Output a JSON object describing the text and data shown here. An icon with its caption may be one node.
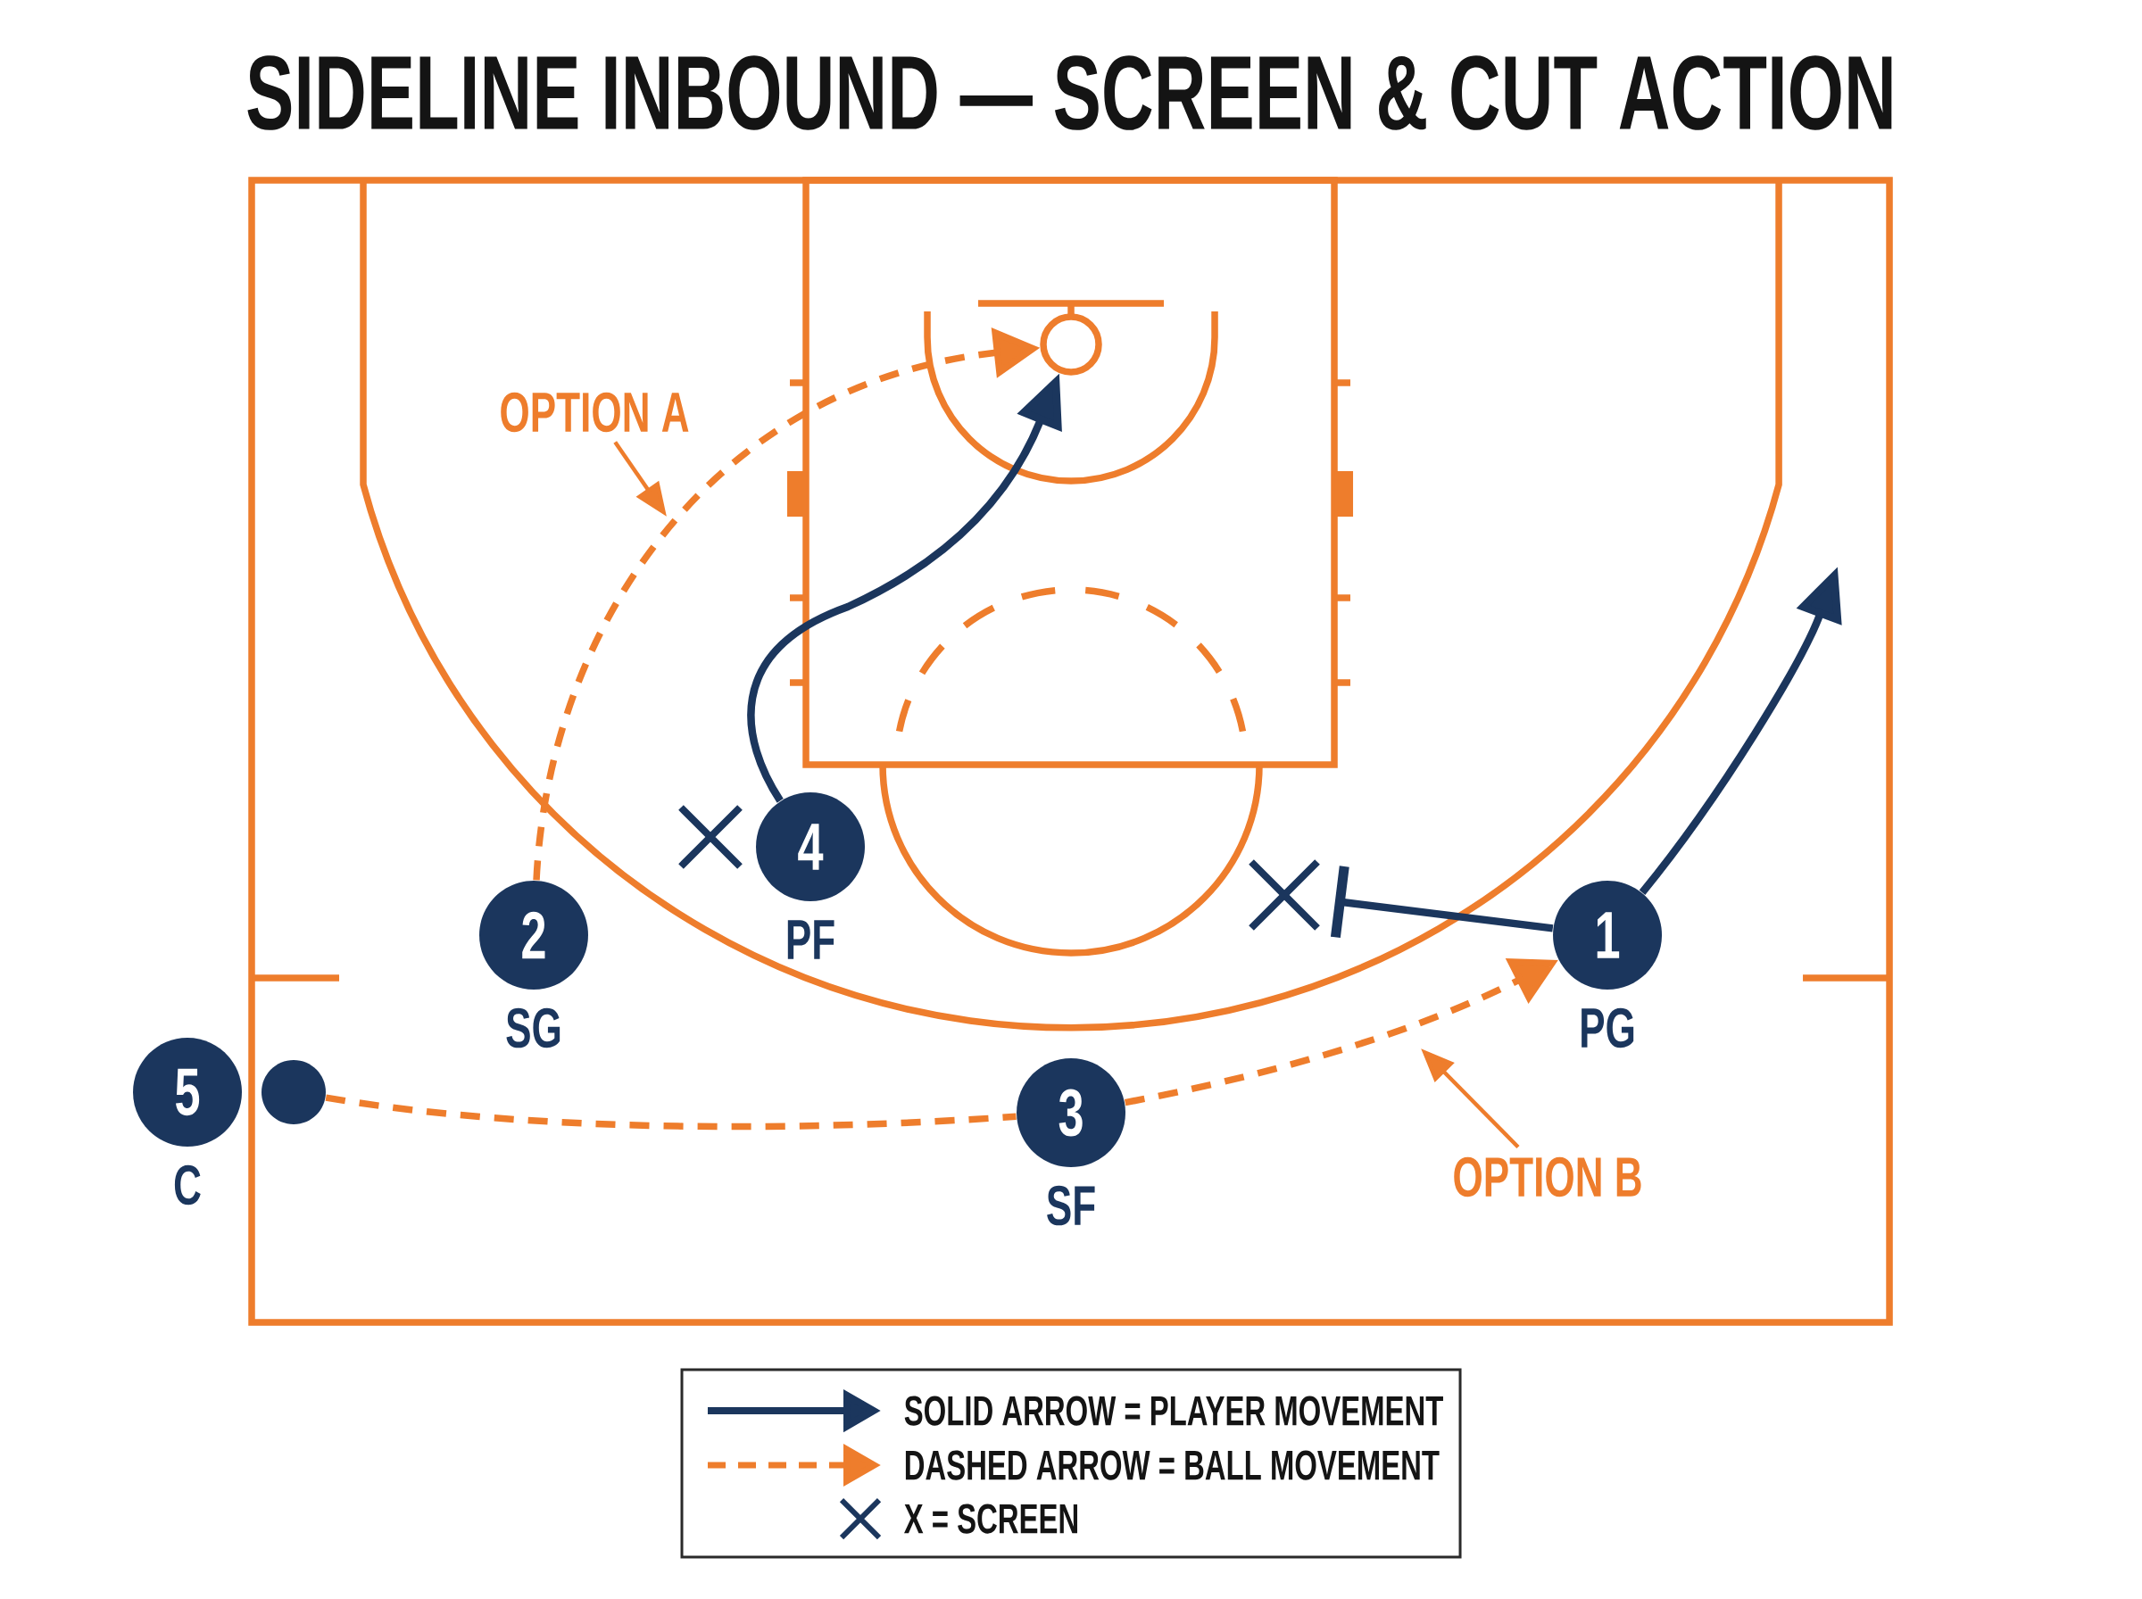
{
  "diagram": {
    "title": "SIDELINE INBOUND — SCREEN & CUT ACTION",
    "nodes": [
      {
        "text": [],
        "shape": "circle"
      },
      {
        "text": [
          "OPTION A"
        ]
      },
      {
        "text": [
          "4"
        ],
        "beside": [
          "PF"
        ]
      },
      {
        "text": [],
        "shape": "cross"
      },
      {
        "text": [
          "2"
        ],
        "beside": [
          "SG"
        ]
      },
      {
        "text": [
          "1"
        ],
        "beside": [
          "PG"
        ]
      },
      {
        "text": [
          "5"
        ],
        "beside": [
          "C"
        ]
      },
      {
        "text": [],
        "shape": "circle"
      },
      {
        "text": [
          "3"
        ],
        "beside": [
          "SF"
        ]
      },
      {
        "text": [
          "OPTION B"
        ]
      }
    ],
    "edges": [
      {
        "from": 1,
        "to": null,
        "arrow": "to"
      },
      {
        "from": 4,
        "to": 0,
        "arrow": "to",
        "style": "dashed"
      },
      {
        "from": 2,
        "to": 0,
        "arrow": "to",
        "color": "#1b365d"
      },
      {
        "from": 5,
        "to": null,
        "arrow": "to",
        "color": "#1b365d"
      },
      {
        "from": 5,
        "to": 3,
        "arrow": "other",
        "color": "#1b365d"
      },
      {
        "from": 7,
        "to": 8,
        "arrow": "none",
        "style": "dashed"
      },
      {
        "from": 8,
        "to": 5,
        "arrow": "to",
        "style": "dashed"
      },
      {
        "from": 9,
        "to": null,
        "arrow": "to"
      }
    ],
    "legend": [
      {
        "text": "SOLID ARROW = PLAYER MOVEMENT"
      },
      {
        "text": "DASHED ARROW = BALL MOVEMENT"
      },
      {
        "text": "X = SCREEN"
      }
    ]
  }
}
